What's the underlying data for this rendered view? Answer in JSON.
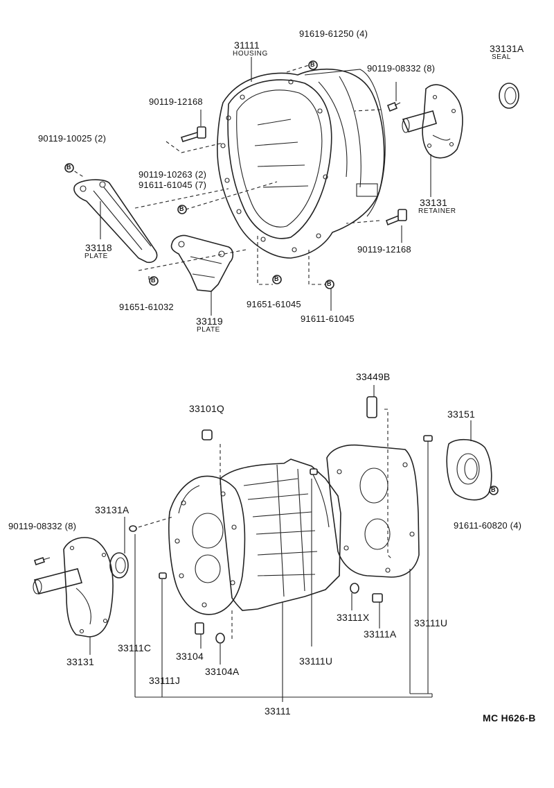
{
  "labels": {
    "p_91619_61250": "91619-61250 (4)",
    "p_31111_top": "31111",
    "p_housing": "HOUSING",
    "p_33131A_top": "33131A",
    "p_seal": "SEAL",
    "p_90119_08332_top": "90119-08332 (8)",
    "p_90119_12168_a": "90119-12168",
    "p_90119_10025": "90119-10025 (2)",
    "p_90119_10263": "90119-10263 (2)",
    "p_91611_61045_7": "91611-61045 (7)",
    "p_33131_top": "33131",
    "p_retainer": "RETAINER",
    "p_90119_12168_b": "90119-12168",
    "p_33118": "33118",
    "p_plate_a": "PLATE",
    "p_91651_61032": "91651-61032",
    "p_33119": "33119",
    "p_plate_b": "PLATE",
    "p_91651_61045": "91651-61045",
    "p_91611_61045": "91611-61045",
    "p_33449B": "33449B",
    "p_33101Q": "33101Q",
    "p_33151": "33151",
    "p_33131A_bot": "33131A",
    "p_90119_08332_bot": "90119-08332 (8)",
    "p_91611_60820": "91611-60820 (4)",
    "p_33131_bot": "33131",
    "p_33111C": "33111C",
    "p_33104": "33104",
    "p_33104A": "33104A",
    "p_33111J": "33111J",
    "p_33111U_mid": "33111U",
    "p_33111X": "33111X",
    "p_33111A": "33111A",
    "p_33111U_right": "33111U",
    "p_33111_bot": "33111"
  },
  "bolt_marker": "B",
  "diagram_code": "MC H626-B"
}
